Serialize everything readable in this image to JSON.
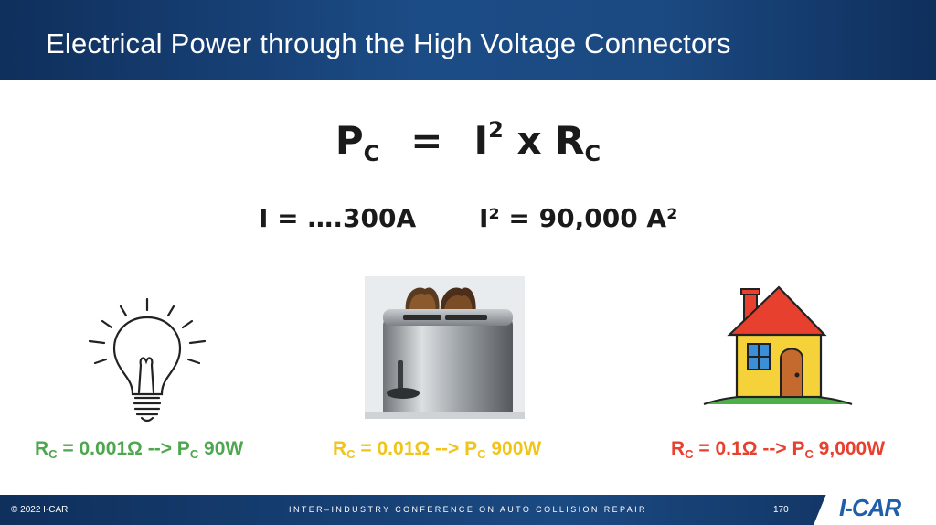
{
  "slide": {
    "title": "Electrical Power through the High Voltage Connectors"
  },
  "formula": {
    "p": "P",
    "p_sub": "C",
    "equals": "=",
    "i": "I",
    "i_sup": "2",
    "times": "x R",
    "r_sub": "C"
  },
  "values": {
    "current": "I = ….300A",
    "current_squared": "I² = 90,000 A²"
  },
  "examples": [
    {
      "icon": "light-bulb-icon",
      "r": "R",
      "r_sub": "C",
      "r_value": " = 0.001Ω --> P",
      "p_sub": "C",
      "p_value": " 90W",
      "color": "#4ea64e"
    },
    {
      "icon": "toaster-icon",
      "r": "R",
      "r_sub": "C",
      "r_value": " = 0.01Ω --> P",
      "p_sub": "C",
      "p_value": " 900W",
      "color": "#f0c419"
    },
    {
      "icon": "house-icon",
      "r": "R",
      "r_sub": "C",
      "r_value": " = 0.1Ω --> P",
      "p_sub": "C",
      "p_value": " 9,000W",
      "color": "#e8402e"
    }
  ],
  "footer": {
    "copyright": "© 2022 I-CAR",
    "conference": "INTER–INDUSTRY CONFERENCE ON AUTO COLLISION REPAIR",
    "page_number": "170",
    "logo": "I-CAR"
  },
  "colors": {
    "header_blue": "#1c4c86",
    "logo_blue": "#1f5ea8"
  }
}
